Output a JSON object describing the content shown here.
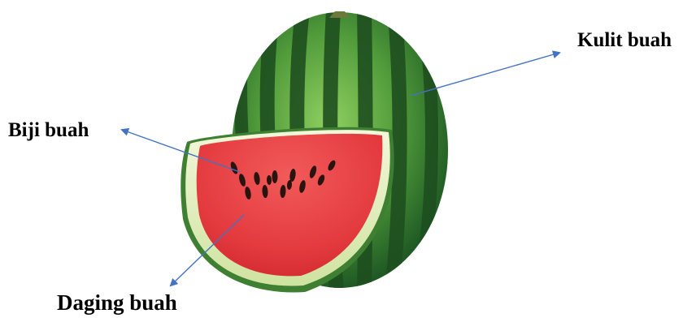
{
  "labels": {
    "rind": "Kulit buah",
    "seed": "Biji buah",
    "flesh": "Daging buah"
  },
  "colors": {
    "arrow": "#4472C4",
    "rind_dark": "#1f5a24",
    "rind_light": "#7fbf4f",
    "flesh": "#e6353a",
    "seed": "#2a1410"
  }
}
